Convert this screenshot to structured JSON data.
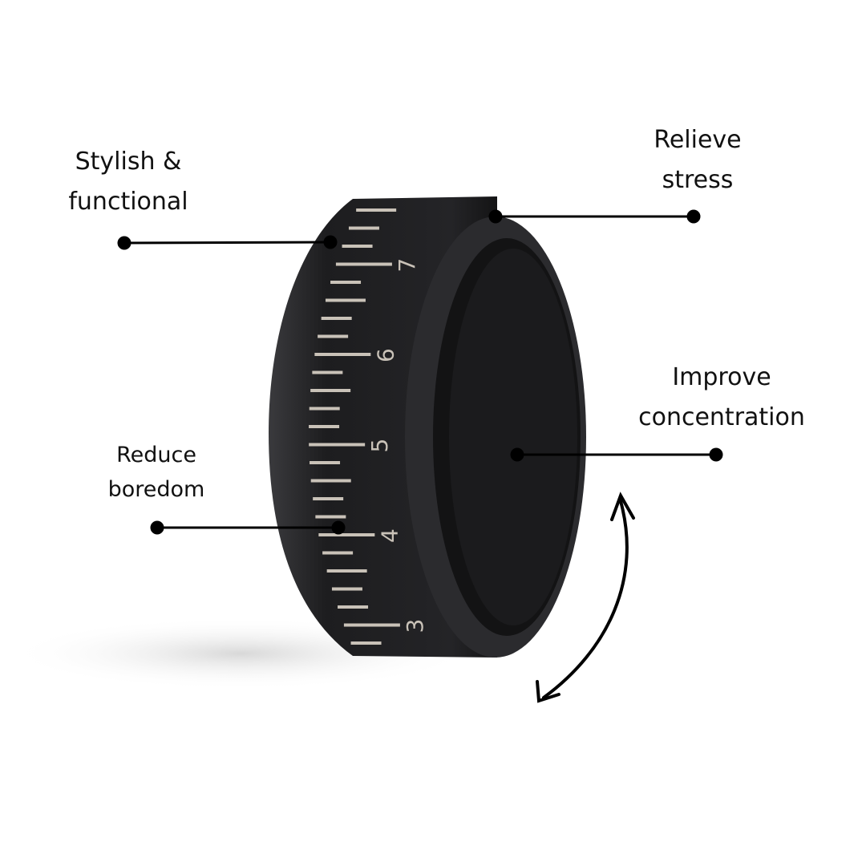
{
  "callouts": [
    {
      "id": "stylish",
      "lines": [
        "Stylish &",
        "functional"
      ]
    },
    {
      "id": "relieve",
      "lines": [
        "Relieve",
        "stress"
      ]
    },
    {
      "id": "concentration",
      "lines": [
        "Improve",
        "concentration"
      ]
    },
    {
      "id": "boredom",
      "lines": [
        "Reduce",
        "boredom"
      ]
    }
  ],
  "ring": {
    "scale_numbers": [
      "7",
      "6",
      "5",
      "4",
      "3"
    ],
    "colors": {
      "band": "#1c1c1e",
      "rim": "#2a2a2d",
      "inner": "#151516",
      "engraving": "#c9c2b8",
      "shadow": "#e4e4e4"
    }
  },
  "icons": {
    "rotation": "curved-double-arrow-icon"
  }
}
